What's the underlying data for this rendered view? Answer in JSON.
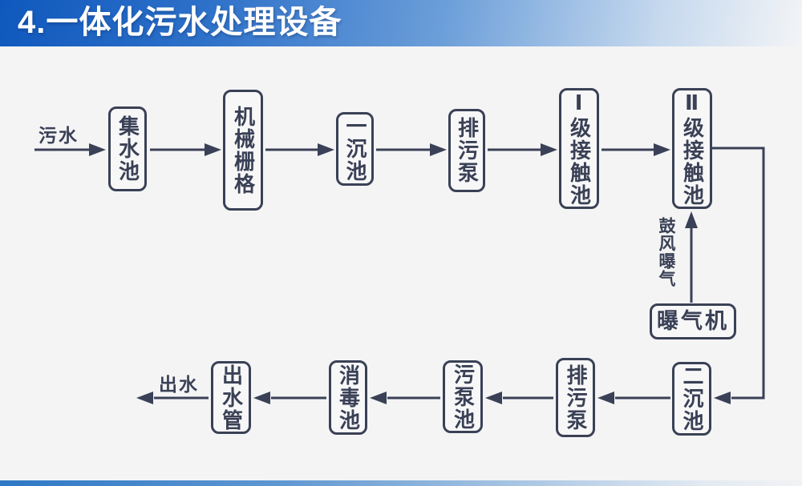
{
  "header": {
    "title": "4.一体化污水处理设备"
  },
  "colors": {
    "ink": "#3a4156",
    "background": "#f4f4f5",
    "header_blue_left": "#0f58bd",
    "header_fade_right": "#f3f4f6",
    "footer_blue_left": "#2e78c5"
  },
  "flow": {
    "inlet_label": "污水",
    "outlet_label": "出水",
    "aeration_label": "鼓风曝气",
    "top_row": [
      "集水池",
      "机械栅格",
      "一沉池",
      "排污泵",
      "Ⅰ级接触池",
      "Ⅱ级接触池"
    ],
    "bottom_row": [
      "二沉池",
      "排污泵",
      "污泵池",
      "消毒池",
      "出水管"
    ],
    "aerator": "曝气机"
  }
}
